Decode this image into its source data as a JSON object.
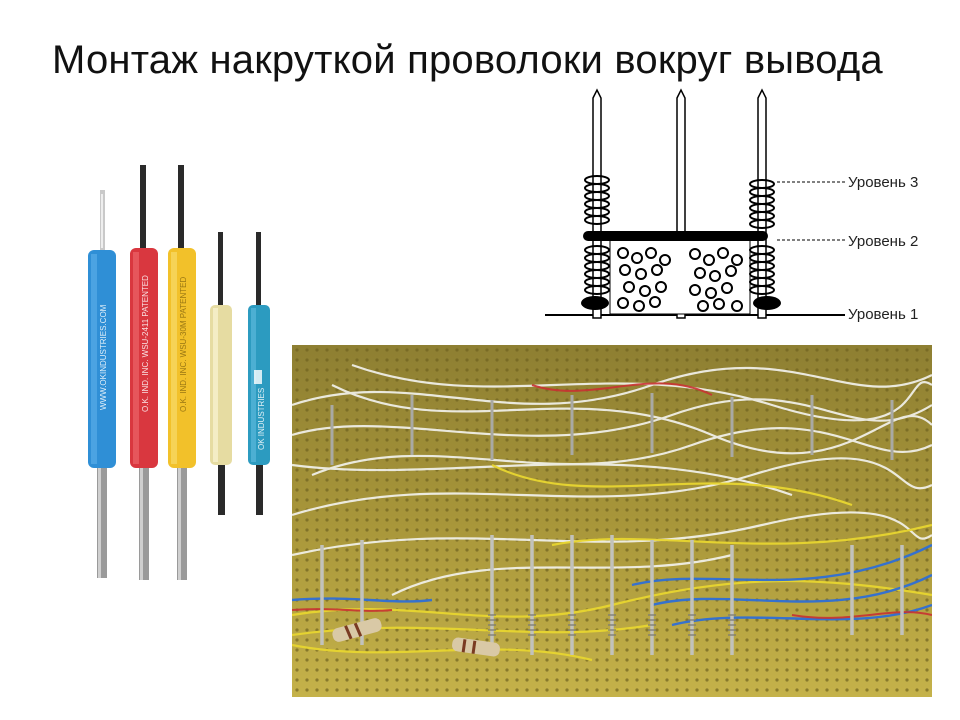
{
  "slide": {
    "title": "Монтаж накруткой проволоки вокруг вывода"
  },
  "diagram": {
    "levels": [
      "Уровень 3",
      "Уровень 2",
      "Уровень 1"
    ]
  },
  "tools": {
    "tool1_print": "WWW.OKINDUSTRIES.COM",
    "tool2_print": "O.K. IND. INC. WSU-2411 PATENTED",
    "tool3_print": "O.K. IND. INC. WSU-30M PATENTED",
    "tool5_print": "OK INDUSTRIES"
  },
  "colors": {
    "tool_blue": "#2f8fd6",
    "tool_red": "#d9373f",
    "tool_yellow": "#f2c12a",
    "tool_cream": "#e6dca2",
    "tool_teal": "#2c9bc0",
    "board": "#b7a23a"
  }
}
